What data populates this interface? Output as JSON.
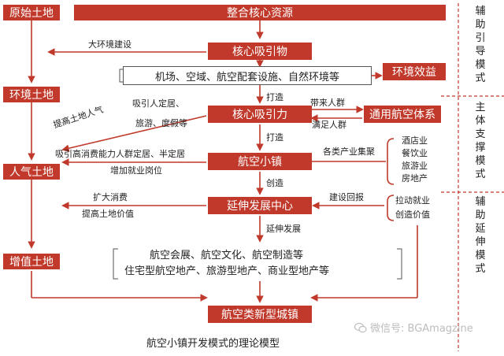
{
  "left_column": {
    "original_land": "原始土地",
    "environment_land": "环境土地",
    "popularity_land": "人气土地",
    "value_added_land": "增值土地"
  },
  "center": {
    "integrate": "整合核心资源",
    "core_attraction_1": "核心吸引物",
    "facilities": "机场、空域、航空配套设施、自然环境等",
    "core_attraction_2": "核心吸引力",
    "aviation_town": "航空小镇",
    "extension_center": "延伸发展中心",
    "industries_line1": "航空会展、航空文化、航空制造等",
    "industries_line2": "住宅型航空地产、旅游型地产、商业型地产等",
    "new_town": "航空类新型城镇"
  },
  "right": {
    "env_benefit": "环境效益",
    "aviation_system": "通用航空体系",
    "hotel": "酒店业",
    "catering": "餐饮业",
    "tourism": "旅游业",
    "real_estate": "房地产",
    "boost_employment": "拉动就业",
    "create_value": "创造价值"
  },
  "labels": {
    "big_env": "大环境建设",
    "build1": "打造",
    "build2": "打造",
    "create": "创造",
    "extend_dev": "延伸发展",
    "bring_people": "带来人群",
    "meet_people": "满足人群",
    "attract_settle": "吸引人定居、",
    "travel_vacation": "旅游、度假等",
    "raise_popularity": "提高土地人气",
    "attract_high": "吸引高消费能力人群定居、半定居",
    "add_jobs": "增加就业岗位",
    "industry_cluster": "各类产业集聚",
    "expand_consumption": "扩大消费",
    "raise_land_value": "提高土地价值",
    "construction_return": "建设回报"
  },
  "side_modes": {
    "auxiliary_guide": "辅助引导模式",
    "main_support": "主体支撑模式",
    "auxiliary_extend": "辅助延伸模式"
  },
  "caption": "航空小镇开发模式的理论模型",
  "watermark": "微信号: BGAmagzine",
  "colors": {
    "accent": "#c0392b",
    "line": "#c0392b",
    "divider": "#c0392b"
  }
}
